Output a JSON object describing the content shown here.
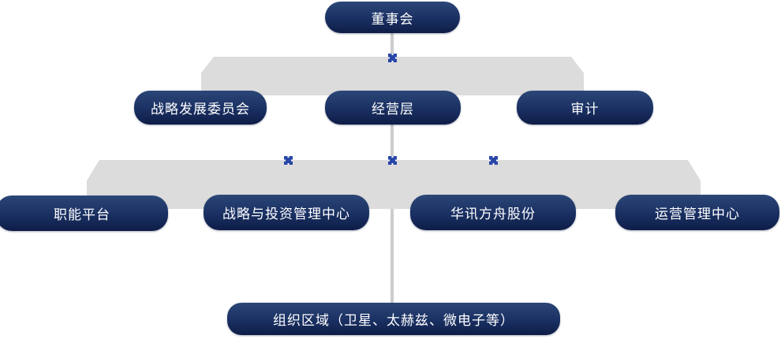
{
  "colors": {
    "background": "#ffffff",
    "node_gradient_top": "#2b4677",
    "node_gradient_mid": "#1a3062",
    "node_gradient_bottom": "#0e1d47",
    "band_gray": "#dcdcdc",
    "connector_gray": "#cccccc",
    "cross_blue": "#2a47a8",
    "text_white": "#ffffff"
  },
  "org_chart": {
    "root": {
      "label": "董事会"
    },
    "level2": [
      {
        "label": "战略发展委员会"
      },
      {
        "label": "经营层"
      },
      {
        "label": "审计"
      }
    ],
    "level3": [
      {
        "label": "职能平台"
      },
      {
        "label": "战略与投资管理中心"
      },
      {
        "label": "华讯方舟股份"
      },
      {
        "label": "运营管理中心"
      }
    ],
    "leaf": {
      "label": "组织区域（卫星、太赫兹、微电子等）"
    }
  }
}
